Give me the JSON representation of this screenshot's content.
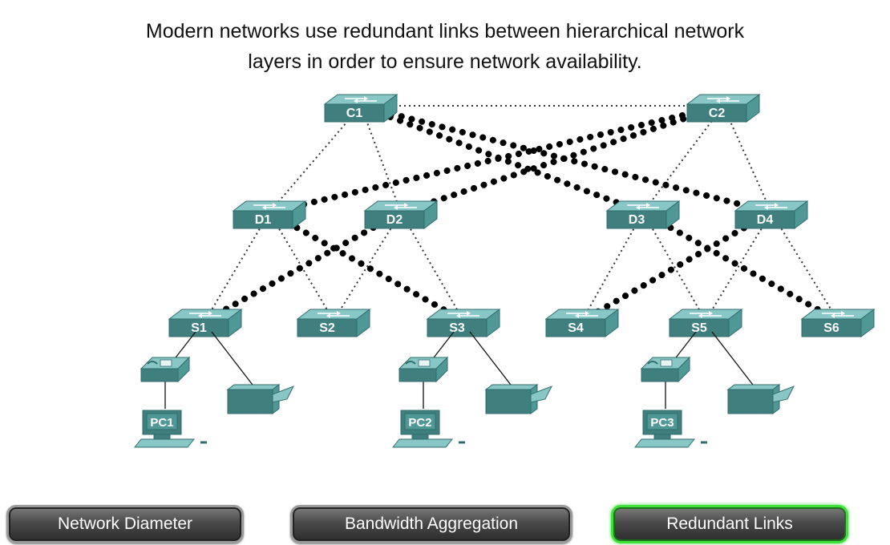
{
  "caption": {
    "line1": "Modern networks use redundant links between hierarchical network",
    "line2": "layers in order to ensure network availability."
  },
  "switches": {
    "core": [
      {
        "id": "c1",
        "label": "C1"
      },
      {
        "id": "c2",
        "label": "C2"
      }
    ],
    "distribution": [
      {
        "id": "d1",
        "label": "D1"
      },
      {
        "id": "d2",
        "label": "D2"
      },
      {
        "id": "d3",
        "label": "D3"
      },
      {
        "id": "d4",
        "label": "D4"
      }
    ],
    "access": [
      {
        "id": "s1",
        "label": "S1"
      },
      {
        "id": "s2",
        "label": "S2"
      },
      {
        "id": "s3",
        "label": "S3"
      },
      {
        "id": "s4",
        "label": "S4"
      },
      {
        "id": "s5",
        "label": "S5"
      },
      {
        "id": "s6",
        "label": "S6"
      }
    ]
  },
  "pcs": [
    {
      "id": "pc1",
      "label": "PC1"
    },
    {
      "id": "pc2",
      "label": "PC2"
    },
    {
      "id": "pc3",
      "label": "PC3"
    }
  ],
  "links": {
    "thin_dotted": [
      [
        "c1",
        "c2"
      ],
      [
        "c1",
        "d1"
      ],
      [
        "c1",
        "d2"
      ],
      [
        "c2",
        "d3"
      ],
      [
        "c2",
        "d4"
      ],
      [
        "d1",
        "s1"
      ],
      [
        "d1",
        "s2"
      ],
      [
        "d2",
        "s2"
      ],
      [
        "d2",
        "s3"
      ],
      [
        "d3",
        "s4"
      ],
      [
        "d3",
        "s5"
      ],
      [
        "d4",
        "s5"
      ],
      [
        "d4",
        "s6"
      ]
    ],
    "redundant": [
      [
        "c1",
        "d3"
      ],
      [
        "c1",
        "d4"
      ],
      [
        "c2",
        "d1"
      ],
      [
        "c2",
        "d2"
      ],
      [
        "d1",
        "s3"
      ],
      [
        "d2",
        "s1"
      ],
      [
        "d3",
        "s6"
      ],
      [
        "d4",
        "s4"
      ]
    ]
  },
  "colors": {
    "switch_top": "#88c7c6",
    "switch_side": "#4f9896",
    "switch_front": "#3f7f7d",
    "redundant_link": "#000000",
    "active_button_border": "#3fe03a"
  },
  "buttons": [
    {
      "label": "Network Diameter",
      "active": false
    },
    {
      "label": "Bandwidth Aggregation",
      "active": false
    },
    {
      "label": "Redundant Links",
      "active": true
    }
  ]
}
